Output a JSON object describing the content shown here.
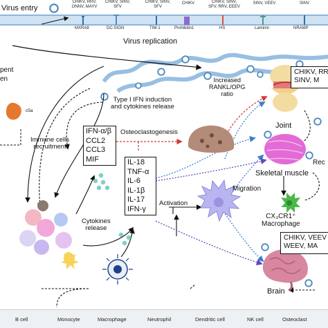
{
  "membrane": {
    "virus_entry": "Virus entry",
    "receptors": [
      {
        "viruses": "CHIKV, RRV,\nONNV, MAYV",
        "name": "MXRA8"
      },
      {
        "viruses": "CHIKV, SINV,\nSFV",
        "name": "DC-SIGN"
      },
      {
        "viruses": "CHIKV, SINV,\nSFV",
        "name": "TIM-1"
      },
      {
        "viruses": "CHIKV",
        "name": "Prohibitin1"
      },
      {
        "viruses": "CHIKV, SINV,\nSFV, RRV, EEEV",
        "name": "HS"
      },
      {
        "viruses": "SINV, VEEV",
        "name": "Laminin"
      },
      {
        "viruses": "SINV",
        "name": "NRAMP"
      }
    ]
  },
  "labels": {
    "virus_replication": "Virus replication",
    "complement_1": "pent",
    "complement_2": "en",
    "c5a": "c5a",
    "type1_ifn": "Type I IFN induction\nand cytokines release",
    "immune_recruit": "Immune cells\nrecruitment",
    "osteoclastogenesis": "Osteoclastogenesis",
    "rankl": "Increased\nRANKL/OPG\nratio",
    "joint": "Joint",
    "skeletal_muscle": "Skeletal muscle",
    "recruit_cut": "Rec",
    "migration": "Migration",
    "activation": "Activation",
    "cytokines_release": "Cytokines\nrelease",
    "macrophage_type": "CX₃CR1⁺\nMacrophage",
    "brain": "Brain"
  },
  "cytokine_box_1": [
    "IFN-α/β",
    "CCL2",
    "CCL3",
    "MIF"
  ],
  "cytokine_box_2": [
    "IL-18",
    "TNF-α",
    "IL-6",
    "IL-1β",
    "IL-17",
    "IFN-γ"
  ],
  "joint_virus_box": "CHIKV, RR\nSINV, M",
  "brain_virus_box": "CHIKV, VEEV\nWEEV, MA",
  "legend": [
    "B cell",
    "Monocyte",
    "Macrophage",
    "Neutrophil",
    "Dendritic cell",
    "NK cell",
    "Osteoclast"
  ],
  "colors": {
    "membrane": "#a9cbe8",
    "virus": "#3f7fb8",
    "osteoclast": "#b48a78",
    "macrophage": "#b9b5f0",
    "muscle": "#e36bd6",
    "brain": "#d7879f",
    "green_macrophage": "#4bb84a",
    "red_arrow": "#d23a3a",
    "blue_arrow": "#3b7fd1",
    "purple_arrow": "#6a47b8"
  }
}
